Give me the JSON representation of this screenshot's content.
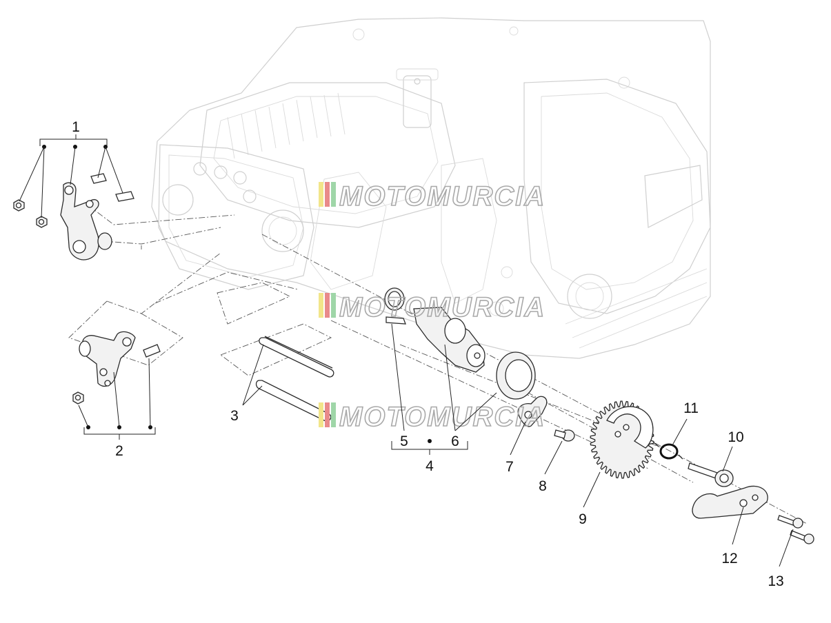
{
  "callouts": {
    "n1": "1",
    "n2": "2",
    "n3": "3",
    "n4": "4",
    "n5": "5",
    "n6": "6",
    "n7": "7",
    "n8": "8",
    "n9": "9",
    "n10": "10",
    "n11": "11",
    "n12": "12",
    "n13": "13"
  },
  "watermark": {
    "text": "MOTOMURCIA"
  },
  "colors": {
    "stripe_yellow": "#f2e58a",
    "stripe_red": "#e98a8a",
    "stripe_green": "#9fd6a8",
    "linework": "#2a2a2a",
    "ghost": "#cfcfcf"
  }
}
